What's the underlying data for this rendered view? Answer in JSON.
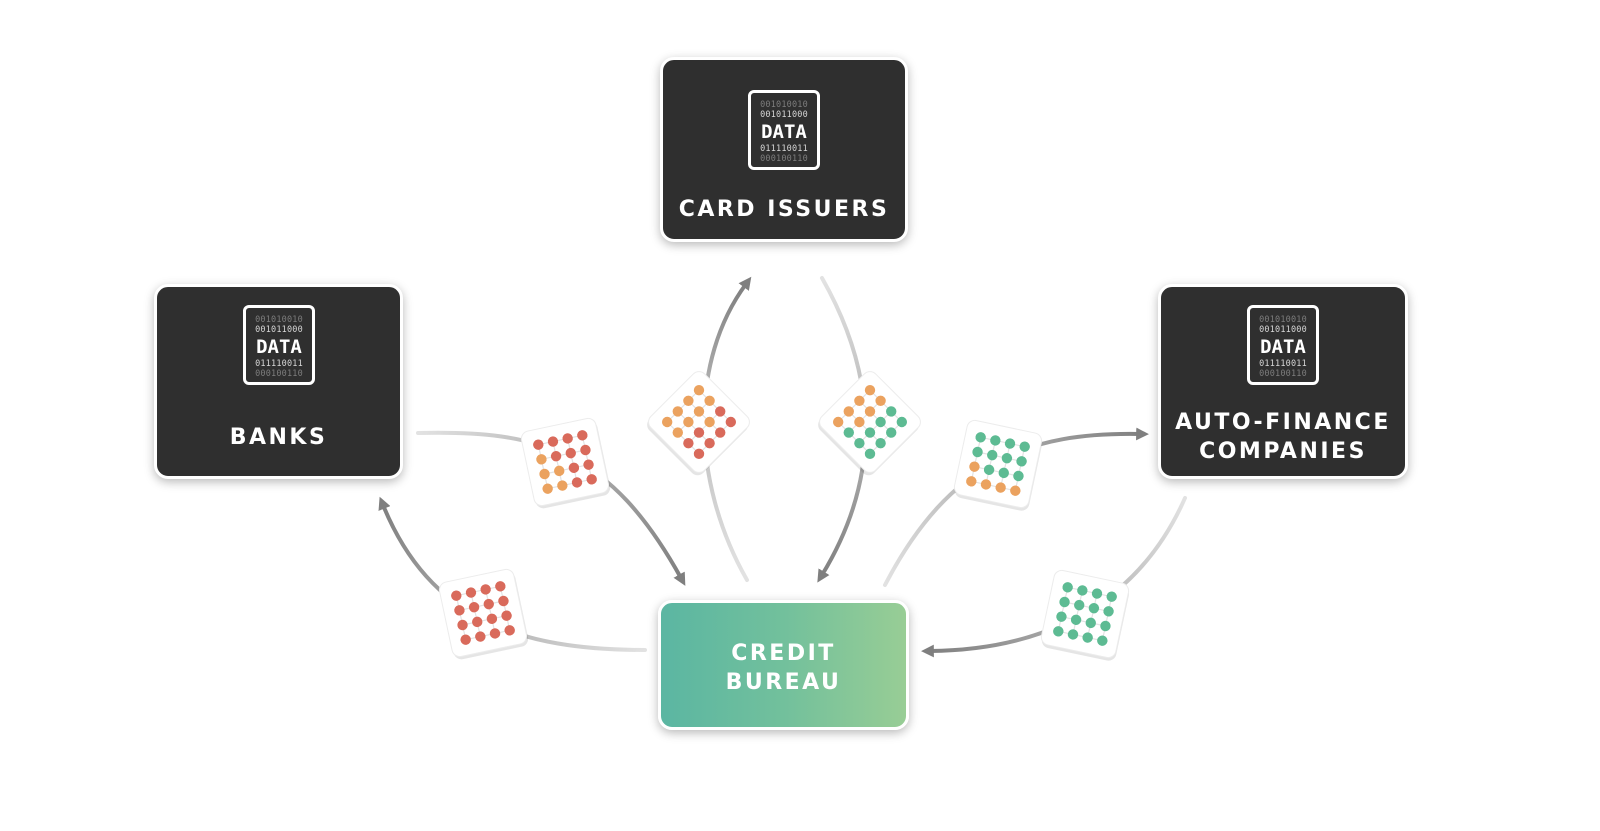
{
  "nodes": {
    "card_issuers": {
      "label": "CARD ISSUERS"
    },
    "banks": {
      "label": "BANKS"
    },
    "auto_finance": {
      "label": "AUTO-FINANCE\nCOMPANIES"
    },
    "credit_bureau": {
      "label": "CREDIT\nBUREAU"
    }
  },
  "data_icon": {
    "word": "DATA",
    "bits": [
      "001010010",
      "001011000",
      "011110011",
      "000100110"
    ]
  },
  "colors": {
    "node_dark": "#2f2f2f",
    "bureau_gradient": [
      "#5bb6a2",
      "#98cd95"
    ],
    "model_red": "#d96a5b",
    "model_orange": "#eba25f",
    "model_green": "#5dbb93",
    "arrow": "#7f7f7f",
    "line": "#c9c9c9"
  }
}
